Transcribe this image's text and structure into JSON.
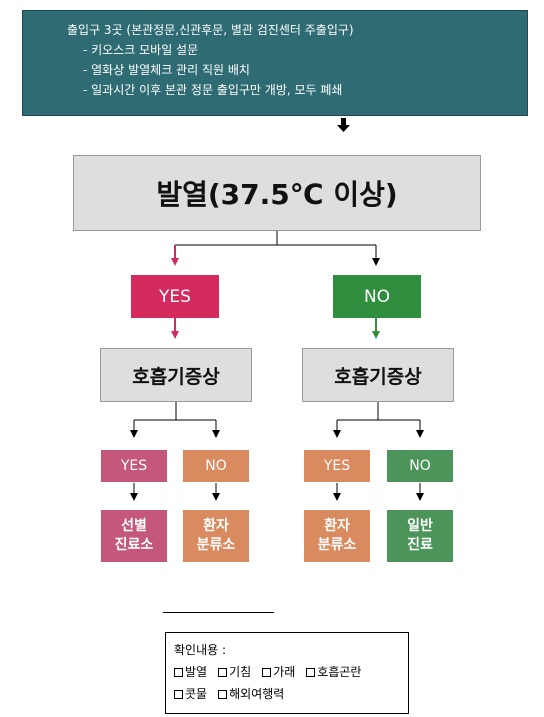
{
  "info": {
    "line1": "출입구 3곳 (본관정문,신관후문, 별관 검진센터 주출입구)",
    "line2": "- 키오스크 모바일 설문",
    "line3": "- 열화상 발열체크 관리 직원 배치",
    "line4": "- 일과시간 이후 본관 정문 출입구만 개방, 모두 폐쇄"
  },
  "flow": {
    "fever": "발열(37.5℃ 이상)",
    "yes": "YES",
    "no": "NO",
    "respiratory": "호흡기증상",
    "left": {
      "yes": "YES",
      "no": "NO",
      "yes_result": [
        "선별",
        "진료소"
      ],
      "no_result": [
        "환자",
        "분류소"
      ]
    },
    "right": {
      "yes": "YES",
      "no": "NO",
      "yes_result": [
        "환자",
        "분류소"
      ],
      "no_result": [
        "일반",
        "진료"
      ]
    }
  },
  "checklist": {
    "title": "확인내용 :",
    "items_row1": [
      "발열",
      "기침",
      "가래",
      "호흡곤란"
    ],
    "items_row2": [
      "콧물",
      "해외여행력"
    ]
  },
  "colors": {
    "info_bg": "#2e6b73",
    "yes_main": "#d42a5e",
    "no_main": "#2f8f3e",
    "pink": "#c4577a",
    "orange": "#d98a5e",
    "green": "#4c955a"
  }
}
